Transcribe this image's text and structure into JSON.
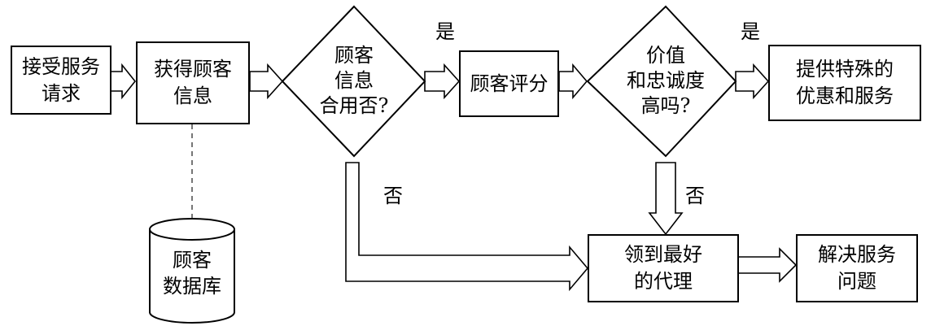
{
  "nodes": {
    "receive_request": "接受服务\n请求",
    "get_customer_info": "获得顾客\n信息",
    "customer_db": "顾客\n数据库",
    "info_usable": "顾客\n信息\n合用否?",
    "customer_rating": "顾客评分",
    "value_loyalty_high": "价值\n和忠诚度\n高吗?",
    "special_offers": "提供特殊的\n优惠和服务",
    "best_agent": "领到最好\n的代理",
    "resolve_issue": "解决服务\n问题"
  },
  "labels": {
    "yes_1": "是",
    "yes_2": "是",
    "no_1": "否",
    "no_2": "否"
  }
}
